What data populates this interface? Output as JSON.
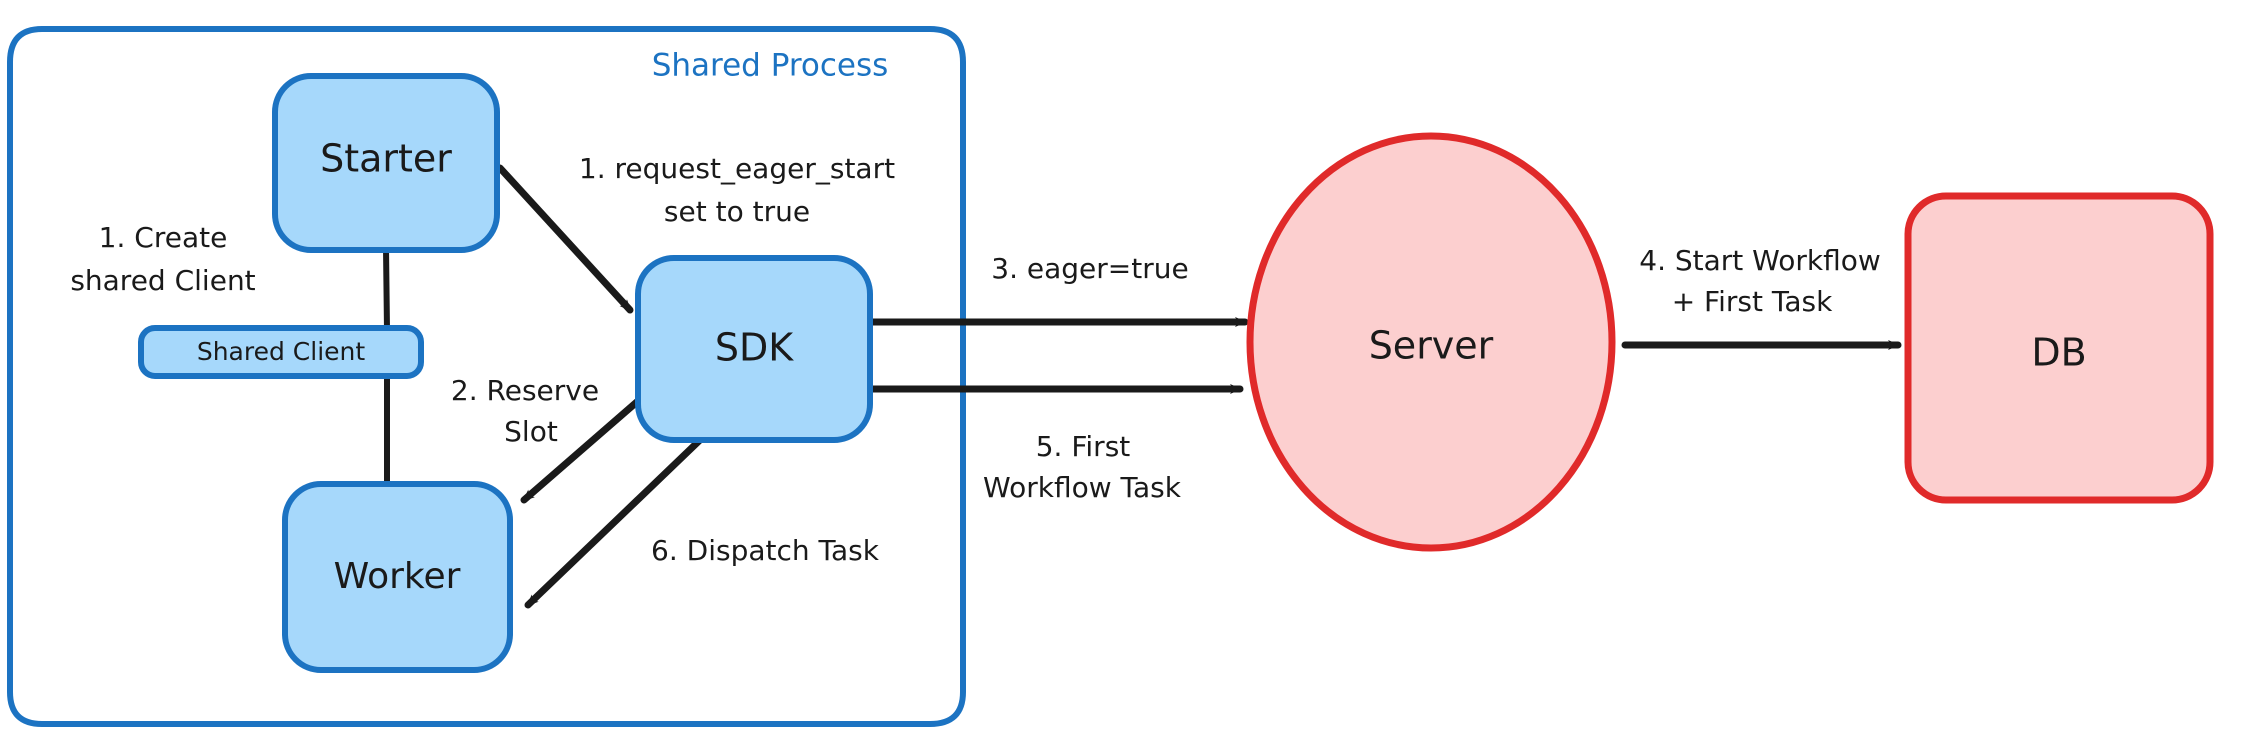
{
  "diagram": {
    "title_group": "Shared Process",
    "colors": {
      "blue_fill": "#a6d8fb",
      "blue_stroke": "#1c73c2",
      "red_fill": "#fccfcf",
      "red_stroke": "#e02a2a",
      "arrow": "#1a1a1a",
      "text": "#1a1a1a",
      "background": "#ffffff"
    },
    "group": {
      "label": "Shared Process",
      "shape": "rounded-rect",
      "stroke": "#1c73c2"
    },
    "nodes": [
      {
        "id": "starter",
        "label": "Starter",
        "shape": "rounded-rect",
        "fill": "#a6d8fb",
        "stroke": "#1c73c2"
      },
      {
        "id": "shared-client",
        "label": "Shared Client",
        "shape": "rounded-rect",
        "fill": "#a6d8fb",
        "stroke": "#1c73c2"
      },
      {
        "id": "worker",
        "label": "Worker",
        "shape": "rounded-rect",
        "fill": "#a6d8fb",
        "stroke": "#1c73c2"
      },
      {
        "id": "sdk",
        "label": "SDK",
        "shape": "rounded-rect",
        "fill": "#a6d8fb",
        "stroke": "#1c73c2"
      },
      {
        "id": "server",
        "label": "Server",
        "shape": "ellipse",
        "fill": "#fccfcf",
        "stroke": "#e02a2a"
      },
      {
        "id": "db",
        "label": "DB",
        "shape": "rounded-rect",
        "fill": "#fccfcf",
        "stroke": "#e02a2a"
      }
    ],
    "edges": [
      {
        "id": "e-create-shared-client",
        "from": "starter",
        "to": "shared-client",
        "label_lines": [
          "1. Create",
          "shared Client"
        ],
        "arrow": false
      },
      {
        "id": "e-request-eager-start",
        "from": "starter",
        "to": "sdk",
        "label_lines": [
          "1. request_eager_start",
          "set to true"
        ],
        "arrow": true
      },
      {
        "id": "e-reserve-slot",
        "from": "sdk",
        "to": "worker",
        "label_lines": [
          "2. Reserve",
          "Slot"
        ],
        "arrow": true
      },
      {
        "id": "e-eager-true",
        "from": "sdk",
        "to": "server",
        "label_lines": [
          "3. eager=true"
        ],
        "arrow": true
      },
      {
        "id": "e-start-workflow",
        "from": "server",
        "to": "db",
        "label_lines": [
          "4. Start Workflow",
          "+ First Task"
        ],
        "arrow": true
      },
      {
        "id": "e-first-workflow-task",
        "from": "server",
        "to": "sdk",
        "label_lines": [
          "5. First",
          "Workflow Task"
        ],
        "arrow": true
      },
      {
        "id": "e-dispatch-task",
        "from": "sdk",
        "to": "worker",
        "label_lines": [
          "6. Dispatch Task"
        ],
        "arrow": true
      }
    ],
    "labels": {
      "starter": "Starter",
      "shared_client": "Shared Client",
      "worker": "Worker",
      "sdk": "SDK",
      "server": "Server",
      "db": "DB",
      "shared_process": "Shared Process",
      "edge1a_line1": "1. Create",
      "edge1a_line2": "shared Client",
      "edge1b_line1": "1. request_eager_start",
      "edge1b_line2": "set to true",
      "edge2_line1": "2. Reserve",
      "edge2_line2": "Slot",
      "edge3_line1": "3. eager=true",
      "edge4_line1": "4. Start Workflow",
      "edge4_line2": "+ First Task",
      "edge5_line1": "5. First",
      "edge5_line2": "Workflow Task",
      "edge6_line1": "6. Dispatch Task"
    }
  }
}
